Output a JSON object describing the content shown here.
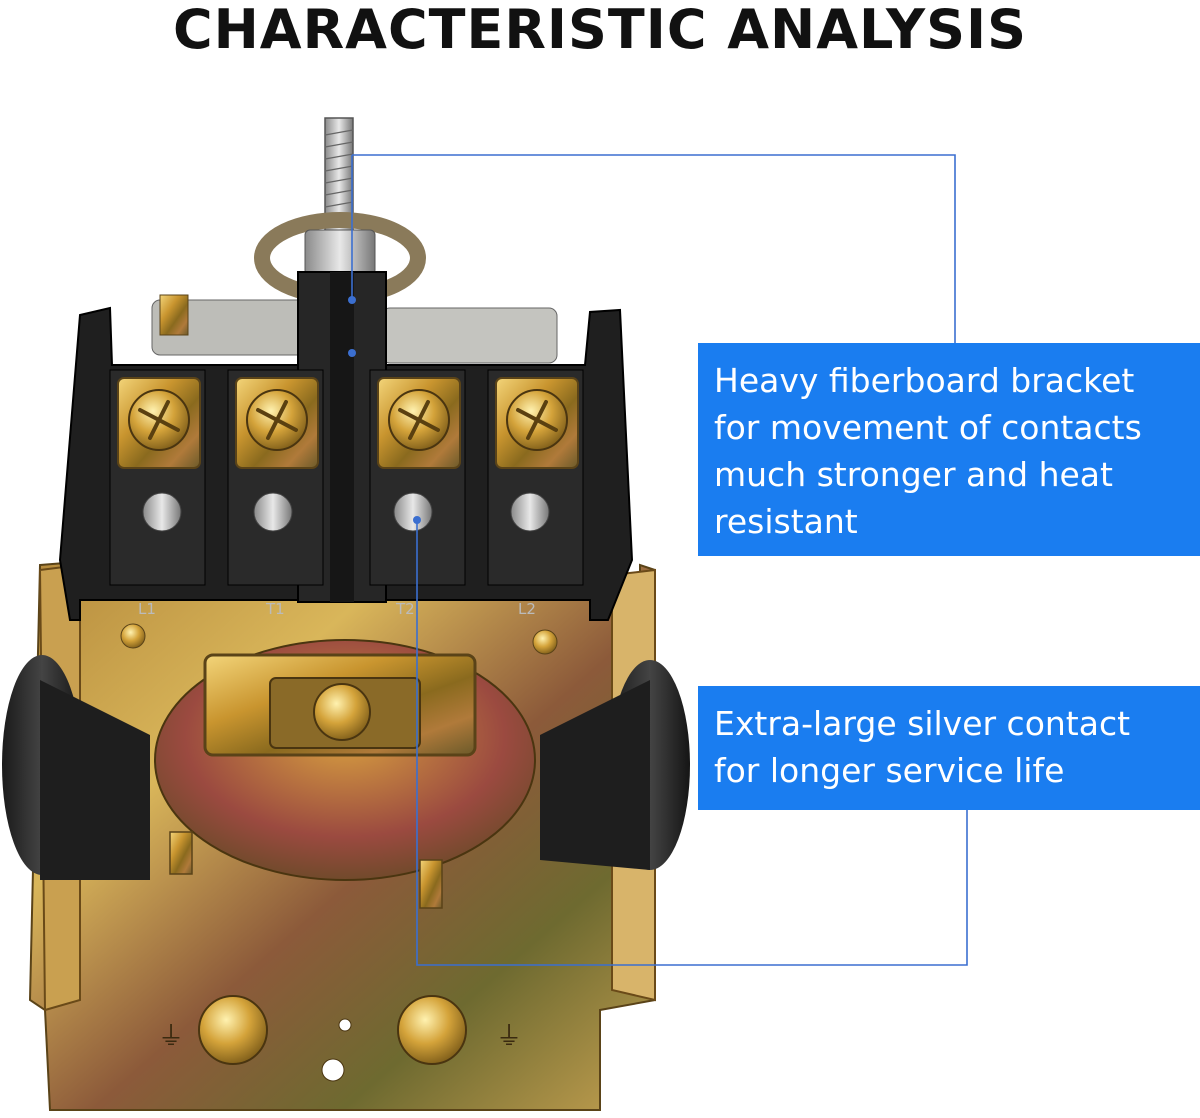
{
  "title": "CHARACTERISTIC ANALYSIS",
  "callouts": [
    {
      "lines": [
        "Heavy fiberboard bracket",
        "for movement of contacts",
        "much stronger and heat",
        "resistant"
      ]
    },
    {
      "lines": [
        "Extra-large silver contact",
        "for longer service life"
      ]
    }
  ],
  "terminal_labels": [
    "L1",
    "T1",
    "T2",
    "L2"
  ],
  "colors": {
    "callout_bg": "#1a7df0",
    "leader_line": "#3b6fd0",
    "title": "#111111"
  }
}
